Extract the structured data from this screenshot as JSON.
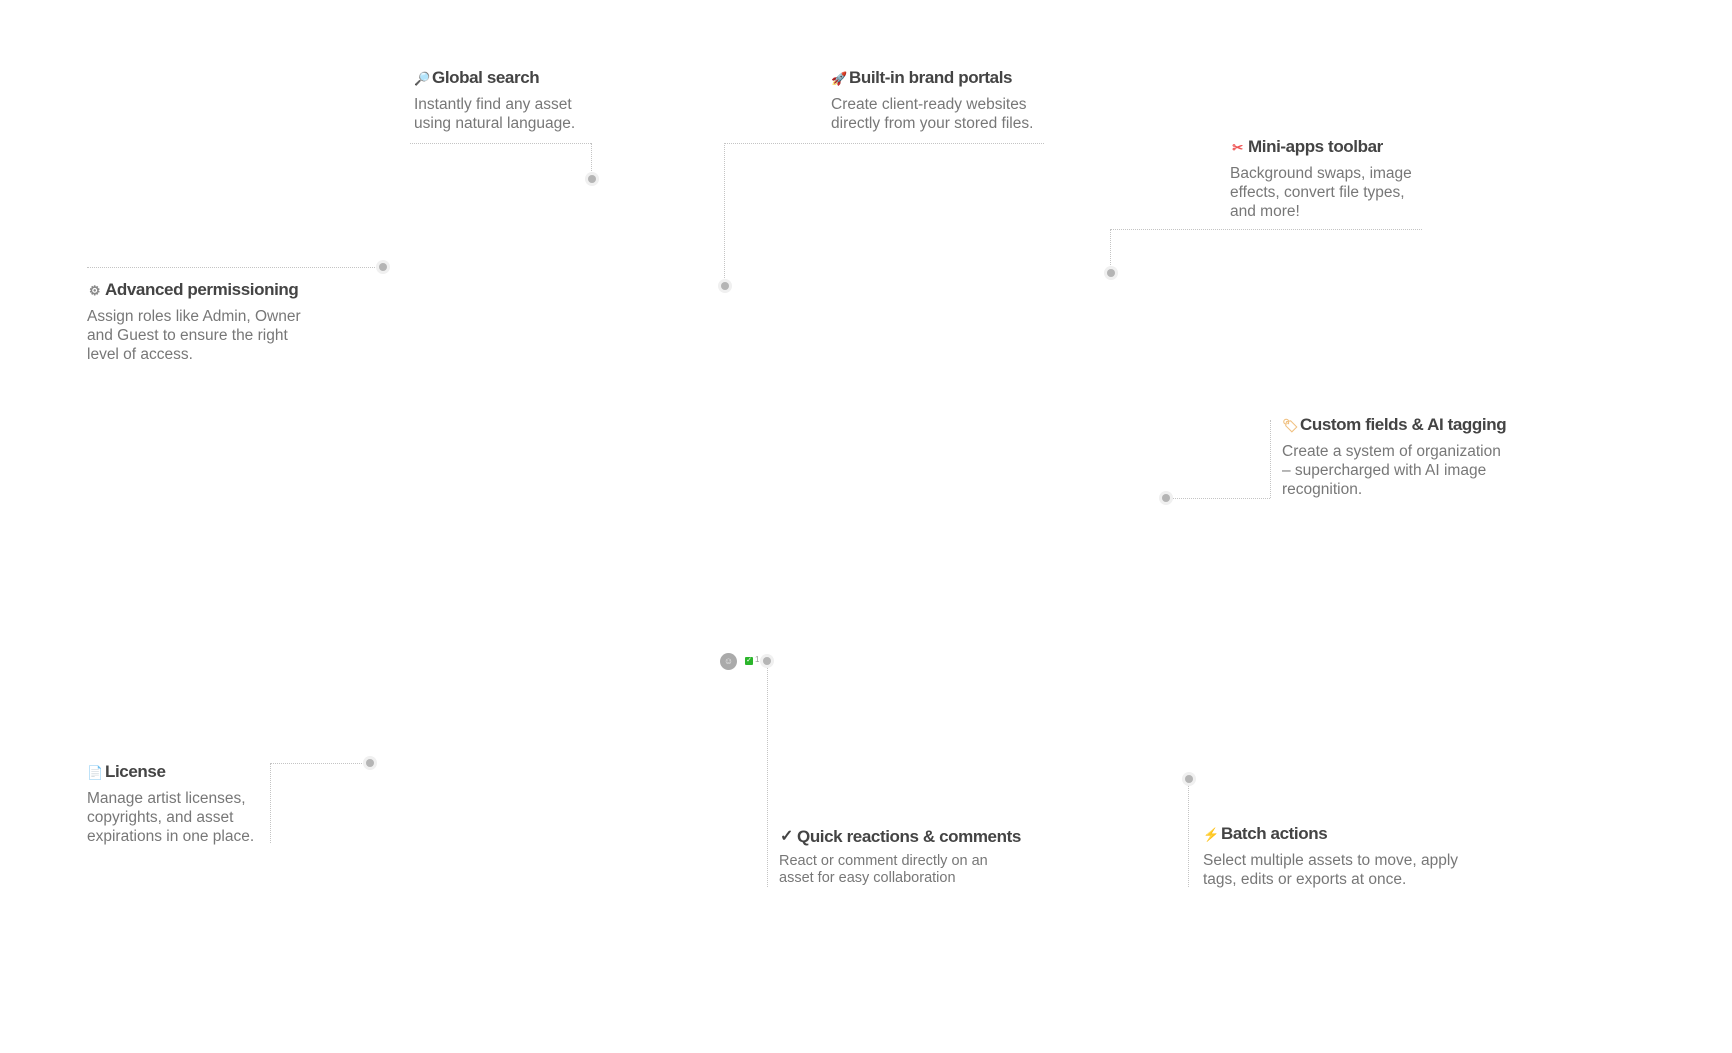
{
  "features": [
    {
      "icon": "magnifier-icon",
      "glyph": "🔎",
      "title": "Global search",
      "desc": "Instantly find any asset\nusing natural language."
    },
    {
      "icon": "rocket-icon",
      "glyph": "🚀",
      "title": "Built-in brand portals",
      "desc": "Create client-ready websites\ndirectly from your stored files."
    },
    {
      "icon": "scissors-icon",
      "glyph": "✂",
      "title": "Mini-apps toolbar",
      "desc": "Background swaps, image\neffects, convert file types,\nand more!"
    },
    {
      "icon": "gear-icon",
      "glyph": "⚙",
      "title": "Advanced permissioning",
      "desc": "Assign roles like Admin, Owner\nand Guest to ensure the right\nlevel of access."
    },
    {
      "icon": "tag-icon",
      "glyph": "🏷",
      "title": "Custom fields & AI  tagging",
      "desc": "Create a system of organization\n– supercharged with AI image\nrecognition."
    },
    {
      "icon": "document-icon",
      "glyph": "📄",
      "title": "License",
      "desc": "Manage artist licenses,\ncopyrights, and asset\nexpirations in one place."
    },
    {
      "icon": "checkmark-icon",
      "glyph": "✓",
      "title": "Quick reactions & comments",
      "desc": "React or comment directly on an\nasset for easy collaboration"
    },
    {
      "icon": "lightning-icon",
      "glyph": "⚡",
      "title": "Batch actions",
      "desc": "Select multiple assets to move, apply\ntags, edits or exports at once."
    }
  ],
  "reaction": {
    "avatar": "☺",
    "check": "✓",
    "count": "1"
  }
}
